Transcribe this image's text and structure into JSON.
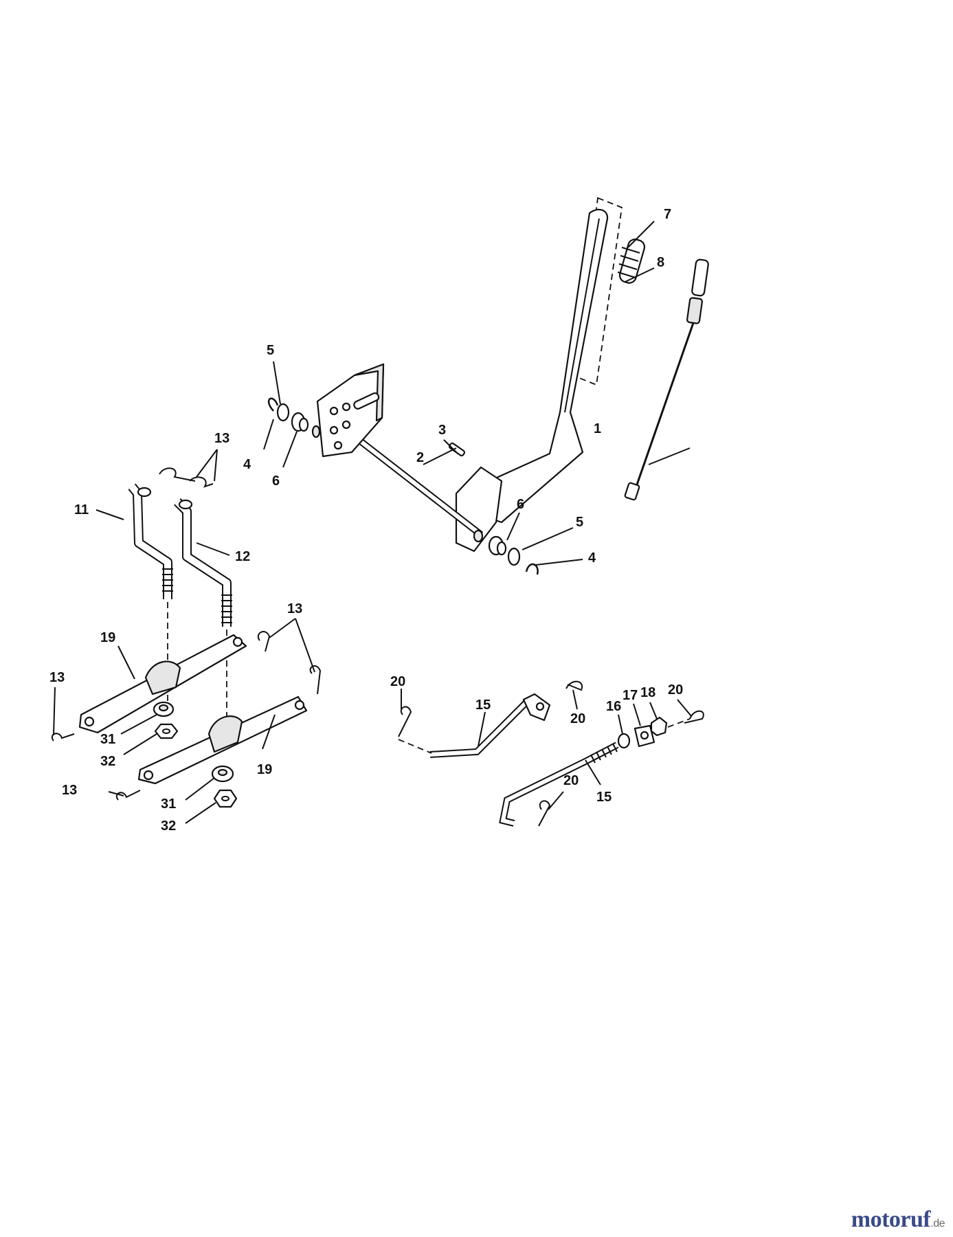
{
  "labels": {
    "p1": "1",
    "p2": "2",
    "p3": "3",
    "p4a": "4",
    "p4b": "4",
    "p5a": "5",
    "p5b": "5",
    "p6a": "6",
    "p6b": "6",
    "p7": "7",
    "p8": "8",
    "p11": "11",
    "p12": "12",
    "p13a": "13",
    "p13b": "13",
    "p13c": "13",
    "p13d": "13",
    "p15a": "15",
    "p15b": "15",
    "p16": "16",
    "p17": "17",
    "p18": "18",
    "p19a": "19",
    "p19b": "19",
    "p20a": "20",
    "p20b": "20",
    "p20c": "20",
    "p20d": "20",
    "p31a": "31",
    "p31b": "31",
    "p32a": "32",
    "p32b": "32"
  },
  "watermark": {
    "name": "motoruf",
    "tld": ".de"
  }
}
